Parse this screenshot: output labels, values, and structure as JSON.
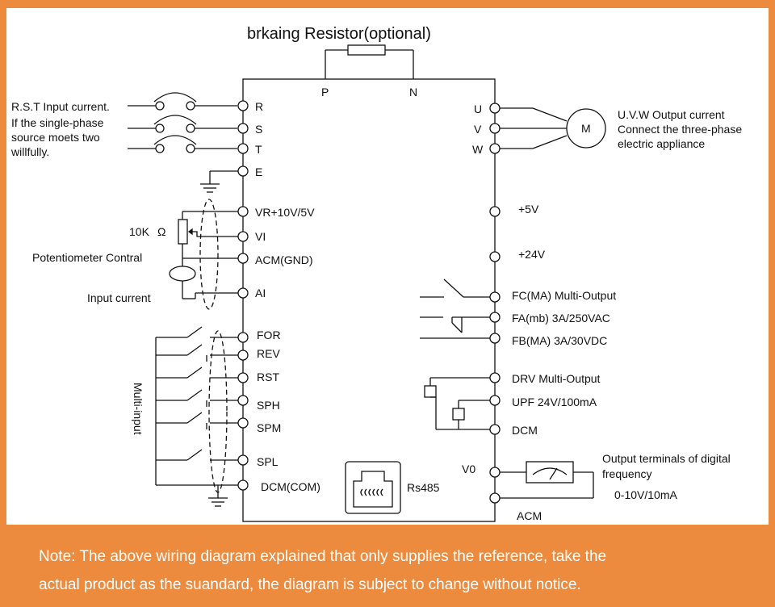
{
  "title": "brkaing Resistor(optional)",
  "labels": {
    "p": "P",
    "n": "N",
    "rst_note": [
      "R.S.T Input current.",
      "If the single-phase",
      "source moets two",
      "willfully."
    ],
    "r": "R",
    "s": "S",
    "t": "T",
    "e": "E",
    "u": "U",
    "v": "V",
    "w": "W",
    "motor": "M",
    "uvw_note": [
      "U.V.W Output current",
      "Connect the three-phase",
      "electric appliance"
    ],
    "vr": "VR+10V/5V",
    "vi": "VI",
    "acm_gnd": "ACM(GND)",
    "ai": "AI",
    "pot_value": "10K",
    "pot_ohm": "Ω",
    "pot_label": "Potentiometer Contral",
    "input_current": "Input current",
    "p5v": "+5V",
    "p24v": "+24V",
    "fc": "FC(MA)  Multi-Output",
    "fa": "FA(mb)  3A/250VAC",
    "fb": "FB(MA)  3A/30VDC",
    "for": "FOR",
    "rev": "REV",
    "rst": "RST",
    "sph": "SPH",
    "spm": "SPM",
    "spl": "SPL",
    "dcm_com": "DCM(COM)",
    "multi_input": "Multi-input",
    "drv": "DRV   Multi-Output",
    "upf": "UPF   24V/100mA",
    "dcm": "DCM",
    "rs485": "Rs485",
    "v0": "V0",
    "acm": "ACM",
    "freq_note": [
      "Output terminals of digital",
      "frequency"
    ],
    "freq_range": "0-10V/10mA"
  },
  "note": [
    "Note: The above wiring diagram explained that only supplies the reference, take the",
    "actual product as the suandard, the diagram is subject to change without notice."
  ],
  "colors": {
    "frame": "#ec8a3e",
    "line": "#111111"
  }
}
